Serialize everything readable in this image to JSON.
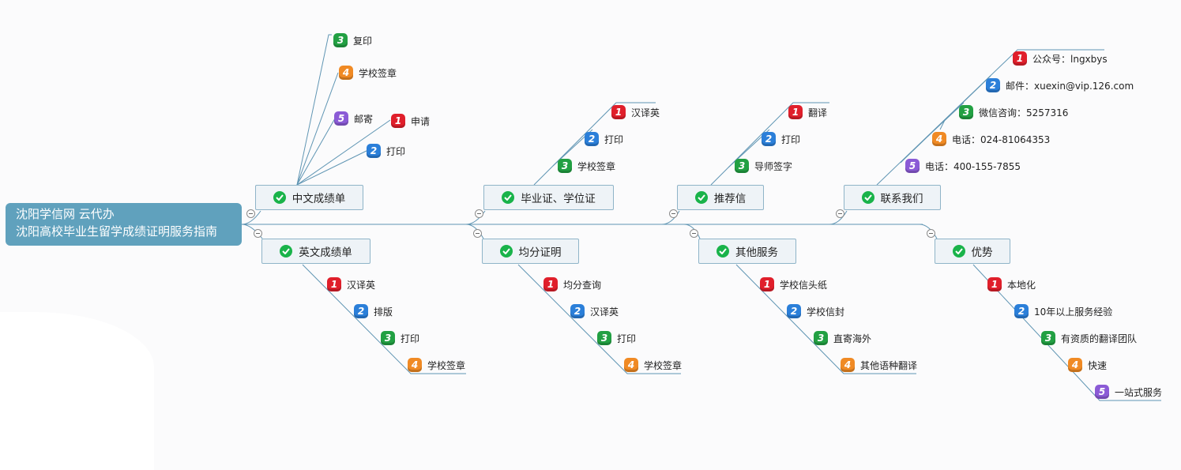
{
  "root": {
    "line1": "沈阳学信网 云代办",
    "line2": "沈阳高校毕业生留学成绩证明服务指南"
  },
  "topics": [
    {
      "id": "zhongwen",
      "label": "中文成绩单",
      "items": [
        {
          "p": "3",
          "text": "复印"
        },
        {
          "p": "4",
          "text": "学校签章"
        },
        {
          "p": "5",
          "text": "邮寄"
        },
        {
          "p": "1",
          "text": "申请"
        },
        {
          "p": "2",
          "text": "打印"
        }
      ]
    },
    {
      "id": "biyezheng",
      "label": "毕业证、学位证",
      "items": [
        {
          "p": "1",
          "text": "汉译英"
        },
        {
          "p": "2",
          "text": "打印"
        },
        {
          "p": "3",
          "text": "学校签章"
        }
      ]
    },
    {
      "id": "tuijianxin",
      "label": "推荐信",
      "items": [
        {
          "p": "1",
          "text": "翻译"
        },
        {
          "p": "2",
          "text": "打印"
        },
        {
          "p": "3",
          "text": "导师签字"
        }
      ]
    },
    {
      "id": "lianxi",
      "label": "联系我们",
      "items": [
        {
          "p": "1",
          "text": "公众号：lngxbys"
        },
        {
          "p": "2",
          "text": "邮件：xuexin@vip.126.com"
        },
        {
          "p": "3",
          "text": "微信咨询：5257316"
        },
        {
          "p": "4",
          "text": "电话：024-81064353"
        },
        {
          "p": "5",
          "text": "电话：400-155-7855"
        }
      ]
    },
    {
      "id": "yingwen",
      "label": "英文成绩单",
      "items": [
        {
          "p": "1",
          "text": "汉译英"
        },
        {
          "p": "2",
          "text": "排版"
        },
        {
          "p": "3",
          "text": "打印"
        },
        {
          "p": "4",
          "text": "学校签章"
        }
      ]
    },
    {
      "id": "junfen",
      "label": "均分证明",
      "items": [
        {
          "p": "1",
          "text": "均分查询"
        },
        {
          "p": "2",
          "text": "汉译英"
        },
        {
          "p": "3",
          "text": "打印"
        },
        {
          "p": "4",
          "text": "学校签章"
        }
      ]
    },
    {
      "id": "qita",
      "label": "其他服务",
      "items": [
        {
          "p": "1",
          "text": "学校信头纸"
        },
        {
          "p": "2",
          "text": "学校信封"
        },
        {
          "p": "3",
          "text": "直寄海外"
        },
        {
          "p": "4",
          "text": "其他语种翻译"
        }
      ]
    },
    {
      "id": "youshi",
      "label": "优势",
      "items": [
        {
          "p": "1",
          "text": "本地化"
        },
        {
          "p": "2",
          "text": "10年以上服务经验"
        },
        {
          "p": "3",
          "text": "有资质的翻译团队"
        },
        {
          "p": "4",
          "text": "快速"
        },
        {
          "p": "5",
          "text": "一站式服务"
        }
      ]
    }
  ],
  "colors": {
    "root": "#60a1bd",
    "line": "#5f95b3",
    "check": "#19b34a"
  }
}
